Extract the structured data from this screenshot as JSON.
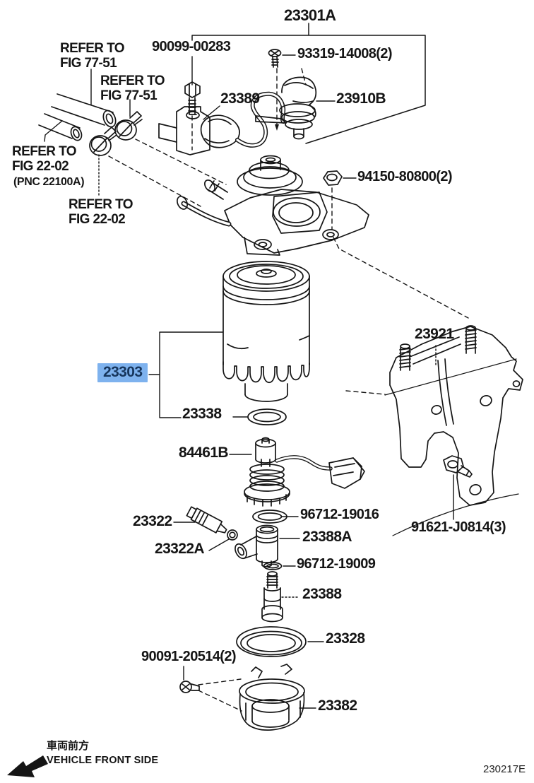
{
  "diagram": {
    "footer_code": "230217E",
    "orientation": {
      "jp": "車両前方",
      "en": "VEHICLE FRONT SIDE"
    },
    "selected_part": {
      "number": "23303",
      "highlight_bg": "#7EB2EE",
      "highlight_text": "#17365D"
    },
    "line_color": "#151515",
    "parts": {
      "assembly": "23301A",
      "bracket_bolt": "90099-00283",
      "pump_screw": "93319-14008(2)",
      "harness": "23389",
      "priming_pump": "23910B",
      "head_nut": "94150-80800(2)",
      "filter_oring": "23338",
      "mount_bracket": "23921",
      "mount_bolt": "91621-J0814(3)",
      "water_sensor": "84461B",
      "sensor_oring": "96712-19016",
      "warning_switch": "23322",
      "switch_oring": "23322A",
      "elbow_joint": "23388A",
      "elbow_gasket": "96712-19009",
      "drain_valve": "23388",
      "case_gasket": "23328",
      "case_screw": "90091-20514(2)",
      "sensor_case": "23382"
    },
    "notes": {
      "refer_7751_a": "REFER TO\nFIG 77-51",
      "refer_7751_b": "REFER TO\nFIG 77-51",
      "refer_2202_a": "REFER TO\nFIG 22-02",
      "refer_2202_a_pnc": "(PNC 22100A)",
      "refer_2202_b": "REFER TO\nFIG 22-02"
    }
  }
}
